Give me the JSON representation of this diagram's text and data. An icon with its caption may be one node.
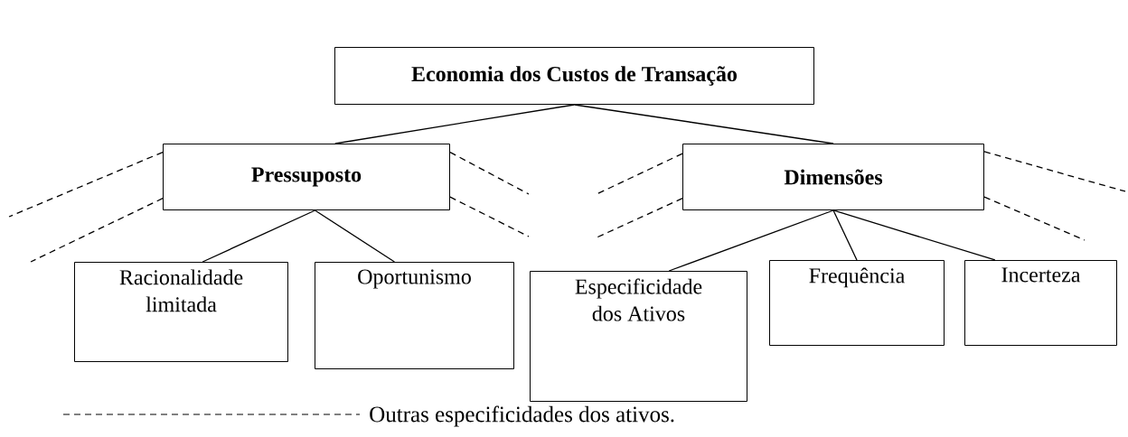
{
  "diagram": {
    "nodes": [
      {
        "text": [
          "Economia dos Custos de Transação"
        ]
      },
      {
        "text": [
          "Pressuposto"
        ]
      },
      {
        "text": [
          "Dimensões"
        ]
      },
      {
        "text": [
          "Racionalidade limitada"
        ]
      },
      {
        "text": [
          "Oportunismo"
        ]
      },
      {
        "text": [
          "Especificidade dos Ativos"
        ]
      },
      {
        "text": [
          "Frequência"
        ]
      },
      {
        "text": [
          "Incerteza"
        ]
      }
    ],
    "edges": [
      {
        "from": 0,
        "to": 1,
        "arrow": "none"
      },
      {
        "from": 0,
        "to": 2,
        "arrow": "none"
      },
      {
        "from": 1,
        "to": 3,
        "arrow": "none"
      },
      {
        "from": 1,
        "to": 4,
        "arrow": "none"
      },
      {
        "from": 2,
        "to": 5,
        "arrow": "none"
      },
      {
        "from": 2,
        "to": 6,
        "arrow": "none"
      },
      {
        "from": 2,
        "to": 7,
        "arrow": "none"
      },
      {
        "from": 1,
        "to": null,
        "arrow": "none",
        "style": "dashed"
      },
      {
        "from": 1,
        "to": null,
        "arrow": "none",
        "style": "dashed"
      },
      {
        "from": 1,
        "to": null,
        "arrow": "none",
        "style": "dashed"
      },
      {
        "from": 1,
        "to": null,
        "arrow": "none",
        "style": "dashed"
      },
      {
        "from": 2,
        "to": null,
        "arrow": "none",
        "style": "dashed"
      },
      {
        "from": 2,
        "to": null,
        "arrow": "none",
        "style": "dashed"
      },
      {
        "from": 2,
        "to": null,
        "arrow": "none",
        "style": "dashed"
      },
      {
        "from": 2,
        "to": null,
        "arrow": "none",
        "style": "dashed"
      }
    ],
    "legend": [
      {
        "text": "Outras especificidades dos ativos."
      }
    ]
  }
}
